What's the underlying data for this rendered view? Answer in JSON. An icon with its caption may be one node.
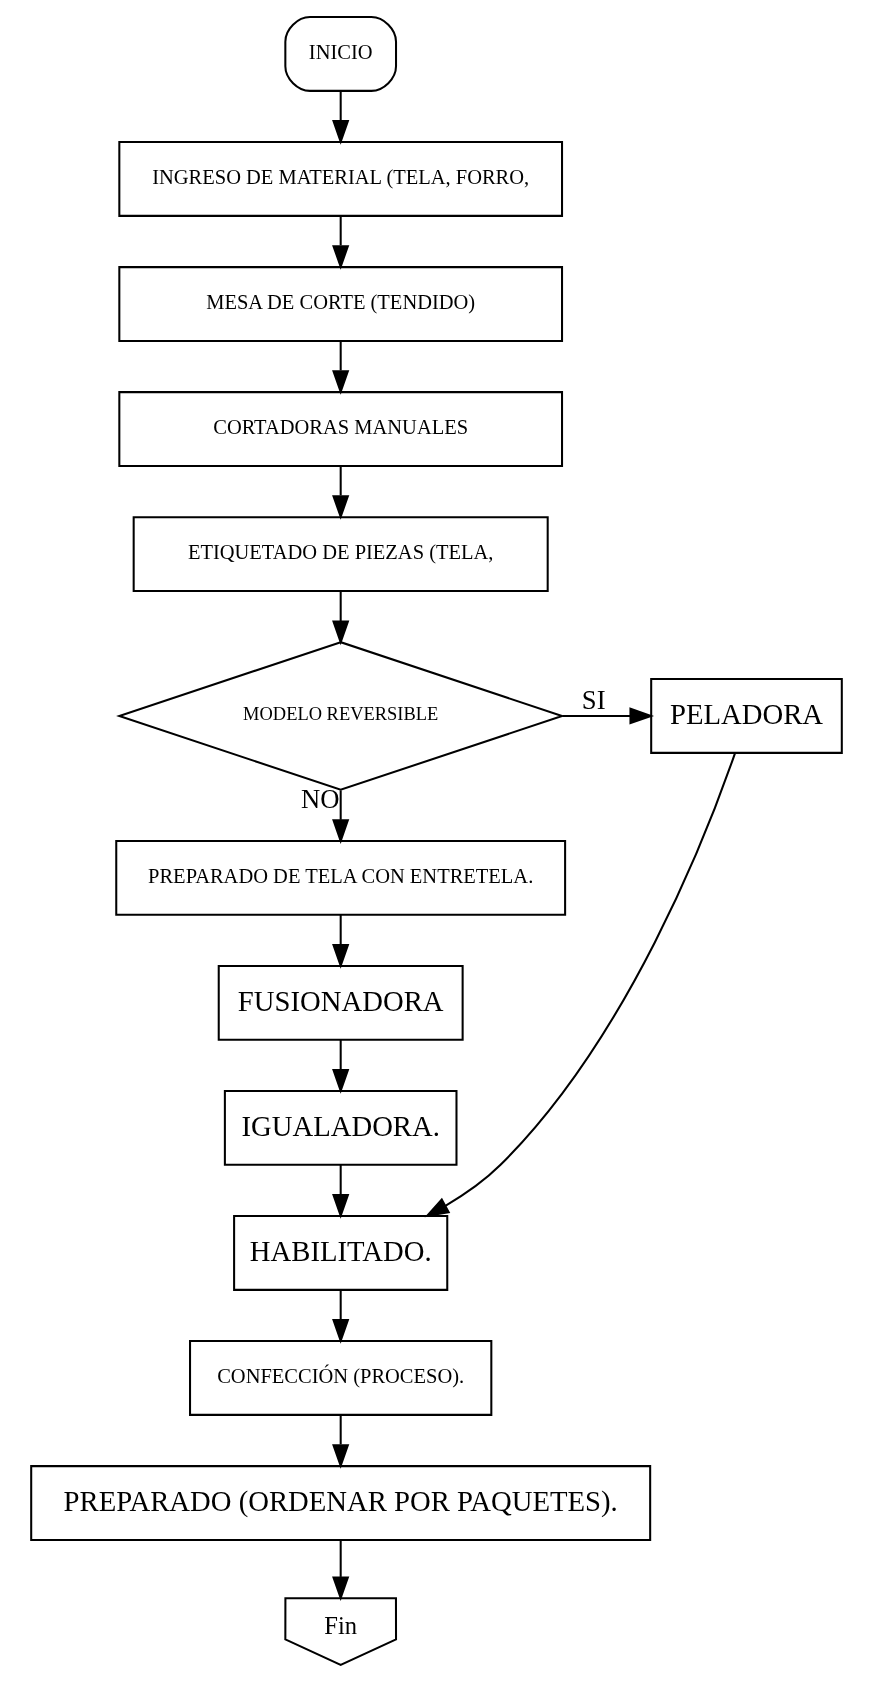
{
  "diagram": {
    "nodes": [
      {
        "text": [
          "INICIO"
        ]
      },
      {
        "text": [
          "INGRESO DE MATERIAL (TELA, FORRO,"
        ]
      },
      {
        "text": [
          "MESA DE CORTE (TENDIDO)"
        ]
      },
      {
        "text": [
          "CORTADORAS MANUALES"
        ]
      },
      {
        "text": [
          "ETIQUETADO DE PIEZAS (TELA,"
        ]
      },
      {
        "text": [
          "MODELO REVERSIBLE"
        ]
      },
      {
        "text": [
          "PELADORA"
        ]
      },
      {
        "text": [
          "PREPARADO DE TELA CON ENTRETELA."
        ]
      },
      {
        "text": [
          "FUSIONADORA"
        ]
      },
      {
        "text": [
          "IGUALADORA."
        ]
      },
      {
        "text": [
          "HABILITADO."
        ]
      },
      {
        "text": [
          "CONFECCIÓN (PROCESO)."
        ]
      },
      {
        "text": [
          "PREPARADO (ORDENAR POR PAQUETES)."
        ]
      },
      {
        "text": [
          "Fin"
        ]
      }
    ],
    "edges": [
      {
        "from": 0,
        "to": 1,
        "arrow": "to"
      },
      {
        "from": 1,
        "to": 2,
        "arrow": "to"
      },
      {
        "from": 2,
        "to": 3,
        "arrow": "to"
      },
      {
        "from": 3,
        "to": 4,
        "arrow": "to"
      },
      {
        "from": 4,
        "to": 5,
        "arrow": "to"
      },
      {
        "from": 5,
        "to": 6,
        "arrow": "to",
        "label": "SI"
      },
      {
        "from": 5,
        "to": 7,
        "arrow": "to",
        "label": "NO"
      },
      {
        "from": 7,
        "to": 8,
        "arrow": "to"
      },
      {
        "from": 8,
        "to": 9,
        "arrow": "to"
      },
      {
        "from": 9,
        "to": 10,
        "arrow": "to"
      },
      {
        "from": 6,
        "to": 10,
        "arrow": "to"
      },
      {
        "from": 10,
        "to": 11,
        "arrow": "to"
      },
      {
        "from": 11,
        "to": 12,
        "arrow": "to"
      },
      {
        "from": 12,
        "to": 13,
        "arrow": "to"
      }
    ]
  }
}
